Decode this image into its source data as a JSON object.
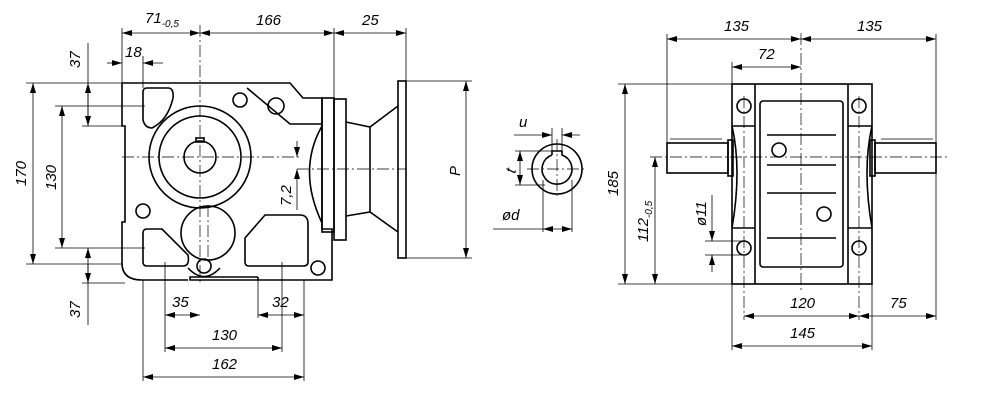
{
  "side_view": {
    "dims": {
      "d71": "71",
      "d71_tol": "-0,5",
      "d166": "166",
      "d25": "25",
      "d18": "18",
      "d37_top": "37",
      "d37_bottom": "37",
      "d170": "170",
      "d130_v": "130",
      "d7_2": "7,2",
      "dP": "P",
      "d35": "35",
      "d32": "32",
      "d130_h": "130",
      "d162": "162"
    }
  },
  "shaft_section": {
    "dims": {
      "u": "u",
      "t": "t",
      "phi_d": "ød"
    }
  },
  "front_view": {
    "dims": {
      "d135_left": "135",
      "d135_right": "135",
      "d72": "72",
      "d185": "185",
      "d112": "112",
      "d112_tol": "-0,5",
      "phi11": "ø11",
      "d120": "120",
      "d75": "75",
      "d145": "145"
    }
  }
}
